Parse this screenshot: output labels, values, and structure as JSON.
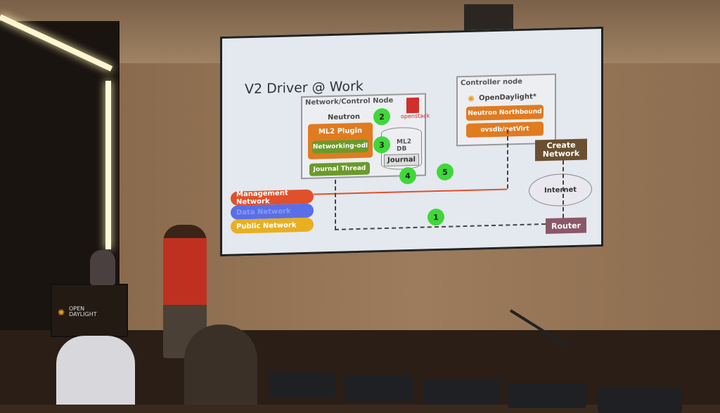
{
  "slide": {
    "title": "V2 Driver @ Work",
    "network_node": {
      "label": "Network/Control Node",
      "neutron": "Neutron",
      "ml2_plugin": "ML2 Plugin",
      "networking_odl": "Networking-odl",
      "journal_thread": "Journal Thread",
      "ml2_db": "ML2 DB",
      "journal": "Journal",
      "openstack": "openstack"
    },
    "controller": {
      "label": "Controller node",
      "opendaylight": "OpenDaylight*",
      "northbound": "Neutron Northbound",
      "netvirt": "ovsdb/netVirt"
    },
    "create_network": "Create Network",
    "internet": "Internet",
    "router": "Router",
    "networks": [
      {
        "label": "Management Network",
        "color": "#e0502a"
      },
      {
        "label": "Data Network",
        "color": "#5a6ee8"
      },
      {
        "label": "Public Network",
        "color": "#e8b020"
      }
    ],
    "steps": [
      "1",
      "2",
      "3",
      "4",
      "5"
    ]
  },
  "podium": {
    "logo": "OPEN DAYLIGHT"
  }
}
